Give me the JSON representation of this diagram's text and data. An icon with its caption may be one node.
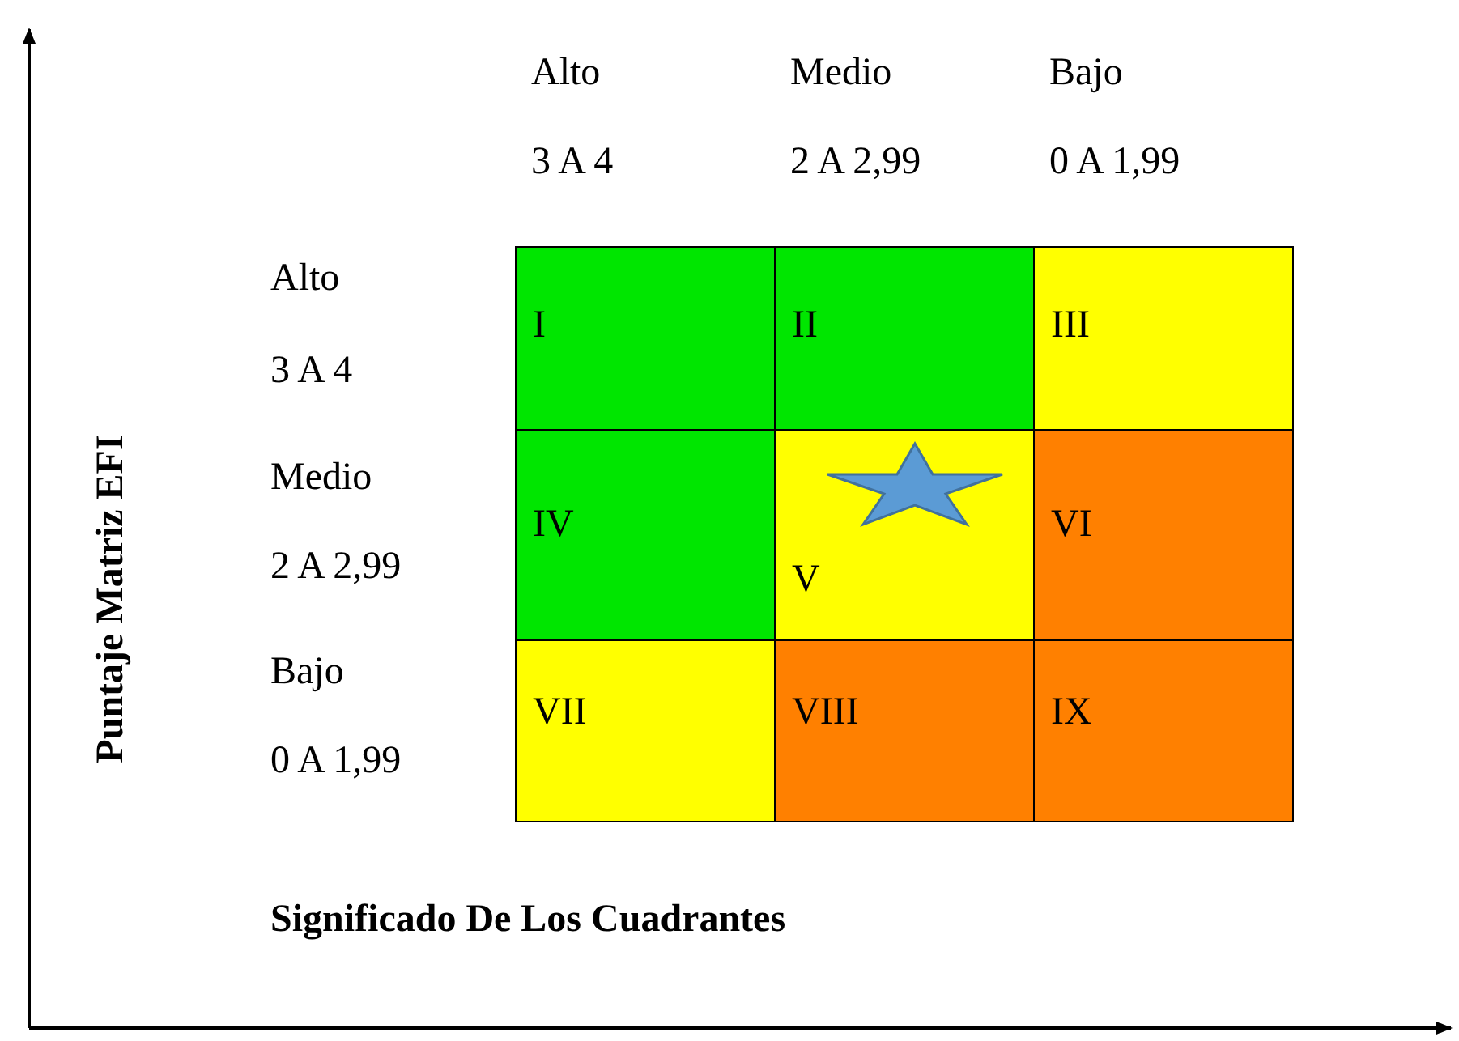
{
  "diagram": {
    "nodes": [
      {
        "text": [
          "I"
        ]
      },
      {
        "text": [
          "II"
        ]
      },
      {
        "text": [
          "III"
        ]
      },
      {
        "text": [
          "IV"
        ]
      },
      {
        "text": [
          "V"
        ]
      },
      {
        "text": [
          "VI"
        ]
      },
      {
        "text": [
          "VII"
        ]
      },
      {
        "text": [
          "VIII"
        ]
      },
      {
        "text": [
          "IX"
        ]
      },
      {
        "text": [],
        "shape": "star",
        "in": 4
      }
    ],
    "edges": [],
    "labels": [
      "Alto",
      "Medio",
      "Bajo",
      "3 A 4",
      "2 A 2,99",
      "0 A 1,99",
      "Alto",
      "3 A 4",
      "Medio",
      "2 A 2,99",
      "Bajo",
      "0 A 1,99",
      "Puntaje Matriz EFI",
      "Significado De Los Cuadrantes"
    ]
  }
}
